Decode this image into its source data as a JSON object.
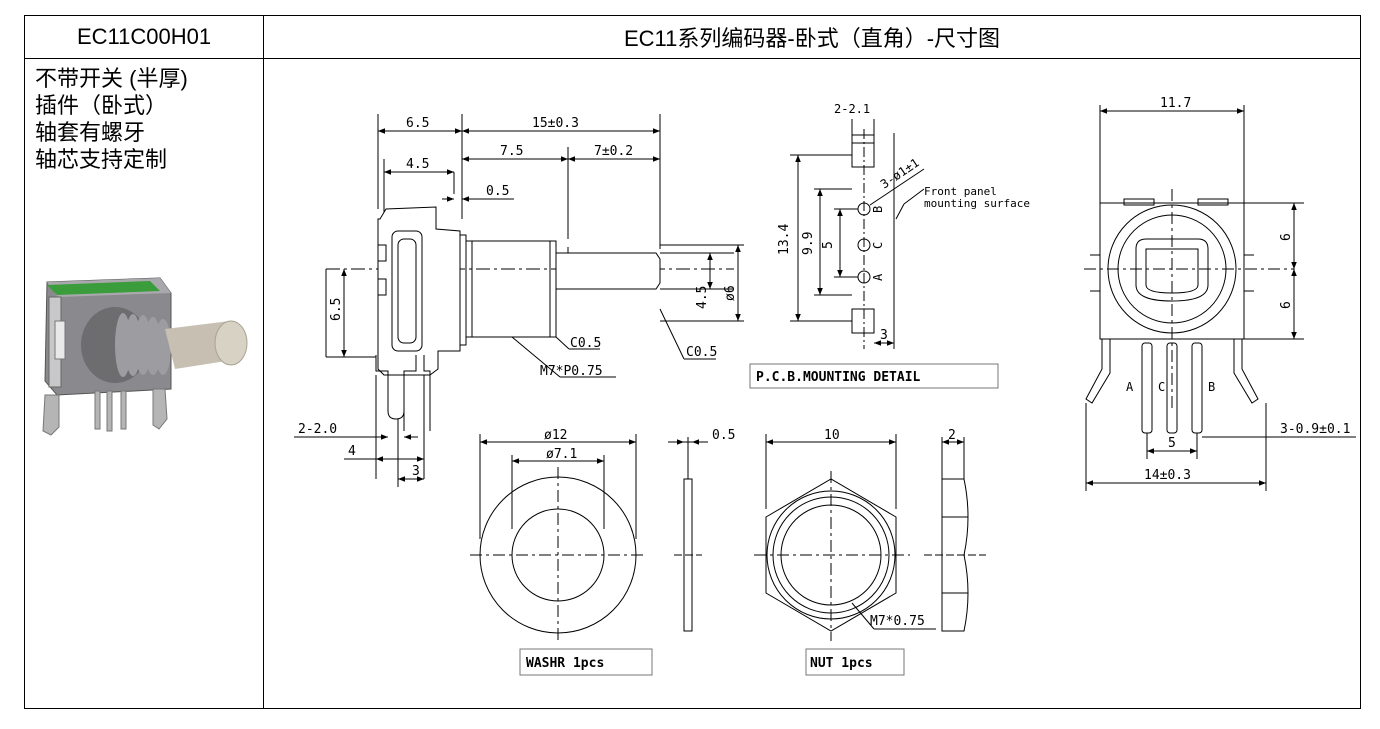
{
  "header": {
    "part_number": "EC11C00H01",
    "title": "EC11系列编码器-卧式（直角）-尺寸图"
  },
  "features": [
    "不带开关 (半厚)",
    "插件（卧式）",
    "轴套有螺牙",
    "轴芯支持定制"
  ],
  "side_view": {
    "dim_6_5_top": "6.5",
    "dim_15": "15±0.3",
    "dim_4_5": "4.5",
    "dim_7_5": "7.5",
    "dim_7": "7±0.2",
    "dim_0_5": "0.5",
    "dim_6_5_left": "6.5",
    "dim_shaft_4_5": "4.5",
    "dim_shaft_6": "ø6",
    "chamfer_1": "C0.5",
    "chamfer_2": "C0.5",
    "thread": "M7*P0.75",
    "pin_dim": "2-2.0",
    "dim_4": "4",
    "dim_3": "3"
  },
  "pcb_detail": {
    "slot_dim": "2-2.1",
    "hole_dim": "3-ø1±1",
    "front_panel_1": "Front panel",
    "front_panel_2": "mounting surface",
    "dim_13_4": "13.4",
    "dim_9_9": "9.9",
    "dim_5": "5",
    "dim_3": "3",
    "pin_b": "B",
    "pin_c": "C",
    "pin_a": "A",
    "label": "P.C.B.MOUNTING DETAIL"
  },
  "front_view": {
    "dim_11_7": "11.7",
    "dim_6_top": "6",
    "dim_6_bottom": "6",
    "pin_a": "A",
    "pin_c": "C",
    "pin_b": "B",
    "dim_5": "5",
    "pin_size": "3-0.9±0.1",
    "dim_14": "14±0.3"
  },
  "washer": {
    "outer_dia": "ø12",
    "inner_dia": "ø7.1",
    "thickness": "0.5",
    "label": "WASHR  1pcs"
  },
  "nut": {
    "width": "10",
    "thickness": "2",
    "thread": "M7*0.75",
    "label": "NUT 1pcs"
  }
}
